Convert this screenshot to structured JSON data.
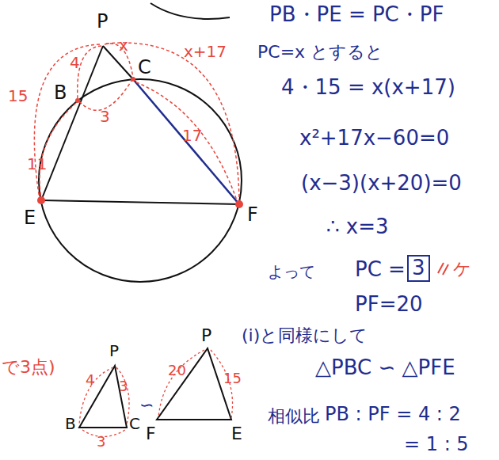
{
  "diagram": {
    "nodes": [
      {
        "text": [
          "3"
        ]
      }
    ],
    "labels": [
      "PB・PE = PC・PF",
      "PC=x とすると",
      "4・15 = x(x+17)",
      "x²+17x−60=0",
      "(x−3)(x+20)=0",
      "∴ x=3",
      "よって",
      "PC =",
      "ケ",
      "PF=20",
      "(i)と同様にして",
      "△PBC ∽ △PFE",
      "相似比",
      "PB : PF = 4 : 2",
      "= 1 : 5",
      "で3点)",
      "P",
      "B",
      "C",
      "E",
      "F",
      "4",
      "15",
      "11",
      "3",
      "x",
      "x+17",
      "17",
      "P",
      "4",
      "3",
      "B",
      "3",
      "C",
      "∽",
      "P",
      "20",
      "15",
      "F",
      "E"
    ]
  }
}
